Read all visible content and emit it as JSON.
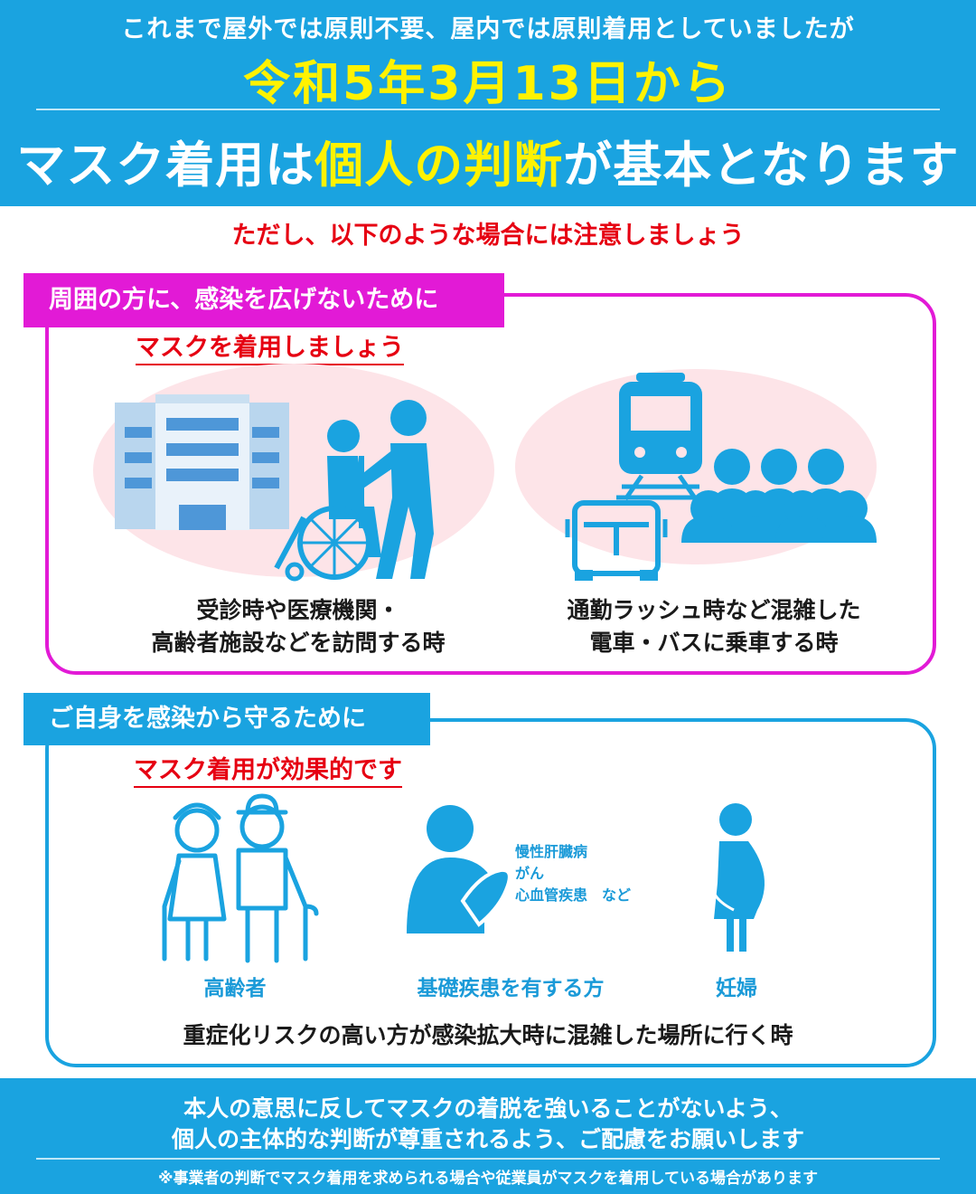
{
  "header": {
    "line1": "これまで屋外では原則不要、屋内では原則着用としていましたが",
    "date": "令和5年3月13日から",
    "main_pre": "マスク着用は",
    "main_highlight": "個人の判断",
    "main_post": "が基本となります"
  },
  "caution": "ただし、以下のような場合には注意しましょう",
  "section1": {
    "tag": "周囲の方に、感染を広げないために",
    "subtitle": "マスクを着用しましょう",
    "case1": {
      "line1": "受診時や医療機関・",
      "line2": "高齢者施設などを訪問する時",
      "icon": "hospital-wheelchair-icon"
    },
    "case2": {
      "line1": "通勤ラッシュ時など混雑した",
      "line2": "電車・バスに乗車する時",
      "icon": "train-bus-crowd-icon"
    }
  },
  "section2": {
    "tag": "ご自身を感染から守るために",
    "subtitle": "マスク着用が効果的です",
    "groups": [
      {
        "label": "高齢者",
        "icon": "elderly-couple-icon"
      },
      {
        "label": "基礎疾患を有する方",
        "icon": "patient-icon"
      },
      {
        "label": "妊婦",
        "icon": "pregnant-woman-icon"
      }
    ],
    "diseases": [
      "慢性肝臓病",
      "がん",
      "心血管疾患　など"
    ],
    "risk_text": "重症化リスクの高い方が感染拡大時に混雑した場所に行く時"
  },
  "footer": {
    "line1": "本人の意思に反してマスクの着脱を強いることがないよう、",
    "line2": "個人の主体的な判断が尊重されるよう、ご配慮をお願いします",
    "note": "※事業者の判断でマスク着用を求められる場合や従業員がマスクを着用している場合があります"
  },
  "colors": {
    "header_blue": "#1aa3e0",
    "highlight_yellow": "#fff200",
    "magenta": "#e21ad6",
    "alert_red": "#e60012",
    "icon_blue": "#1a9ad8",
    "blob_pink": "#fde4e8"
  }
}
